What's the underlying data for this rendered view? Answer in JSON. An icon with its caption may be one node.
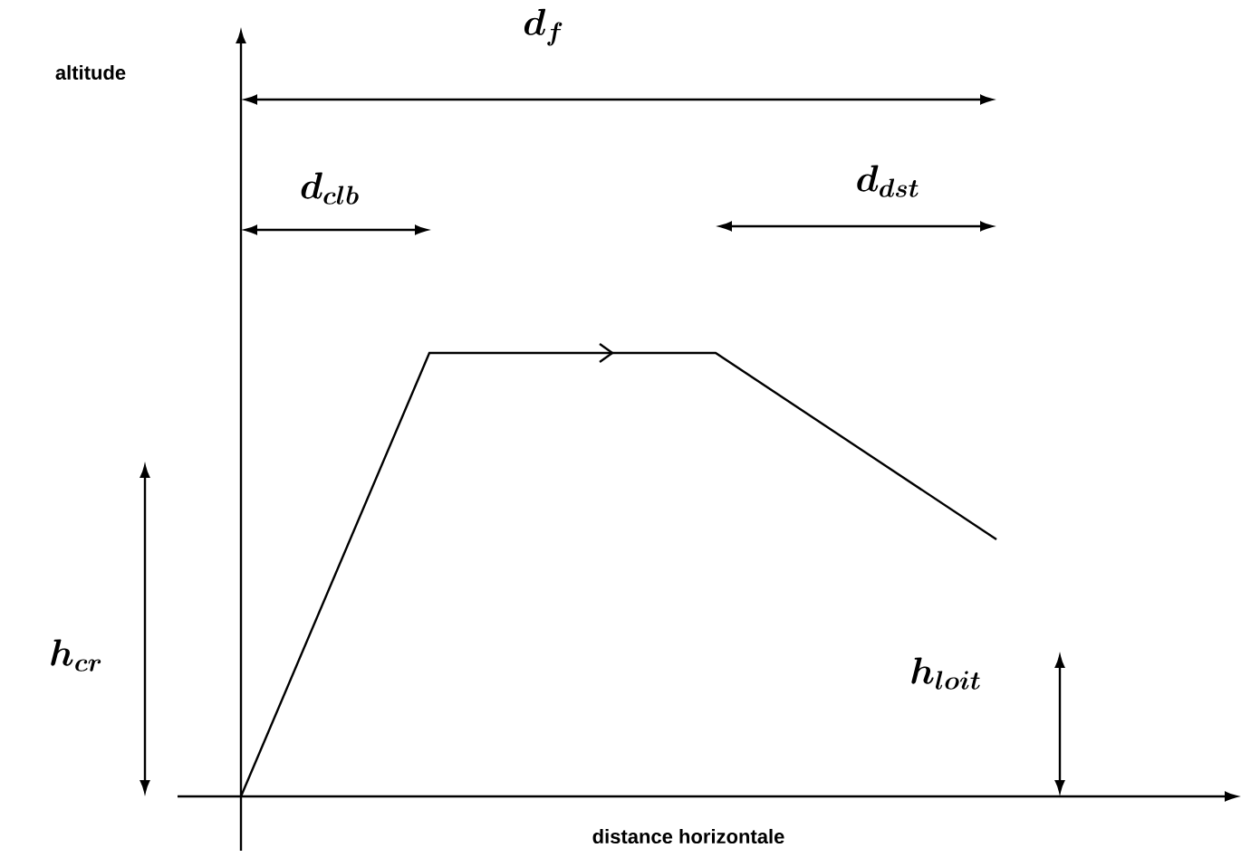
{
  "diagram": {
    "labels": [
      "altitude",
      "d_{f}",
      "d_{clb}",
      "d_{dst}",
      "h_{cr}",
      "h_{loit}",
      "distance horizontale"
    ]
  }
}
